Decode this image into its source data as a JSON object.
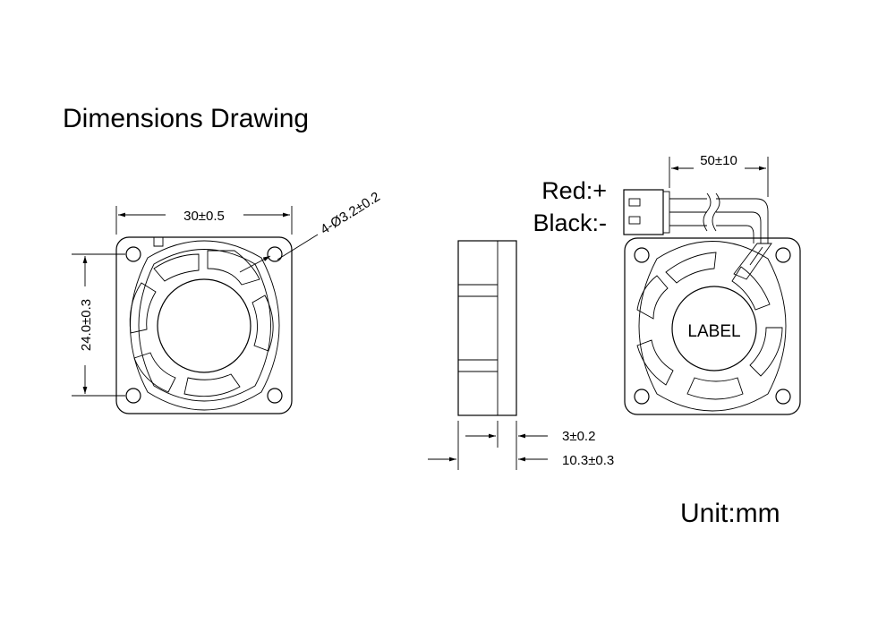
{
  "drawing": {
    "title": "Dimensions Drawing",
    "unit": "Unit:mm",
    "wires": {
      "red": "Red:+",
      "black": "Black:-"
    },
    "dimensions": {
      "width": "30±0.5",
      "hole_spacing": "24.0±0.3",
      "mount_holes": "4-Ø3.2±0.2",
      "cable_length": "50±10",
      "thickness_flange": "3±0.2",
      "thickness_total": "10.3±0.3"
    },
    "label": "LABEL"
  }
}
